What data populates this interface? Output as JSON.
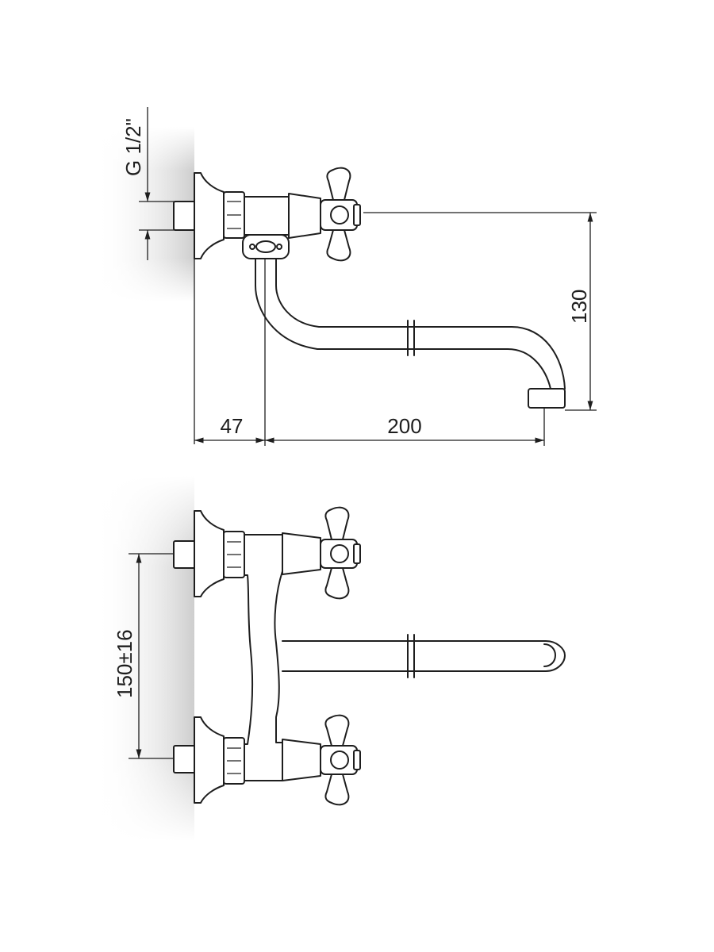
{
  "dimensions": {
    "thread": "G 1/2\"",
    "wall_offset": "47",
    "spout_reach": "200",
    "spout_height": "130",
    "inlet_spacing": "150±16"
  }
}
